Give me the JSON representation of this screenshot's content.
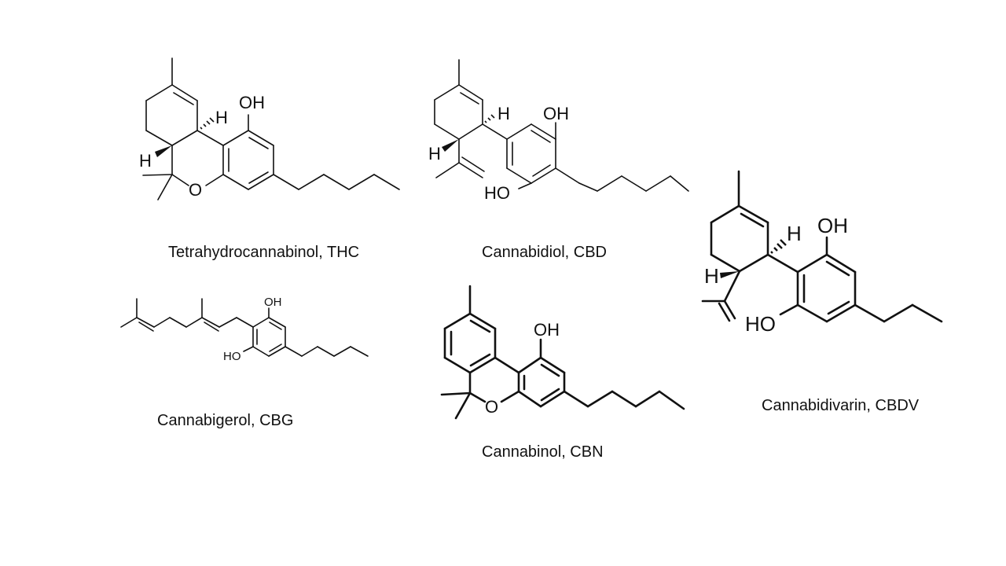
{
  "molecules": {
    "thc": {
      "name": "Tetrahydrocannabinol, THC",
      "labels": {
        "oh": "OH",
        "o": "O",
        "h1": "H",
        "h2": "H"
      }
    },
    "cbd": {
      "name": "Cannabidiol, CBD",
      "labels": {
        "oh_top": "OH",
        "ho_bottom": "HO",
        "h1": "H",
        "h2": "H"
      }
    },
    "cbdv": {
      "name": "Cannabidivarin, CBDV",
      "labels": {
        "oh_top": "OH",
        "ho_bottom": "HO",
        "h1": "H",
        "h2": "H"
      }
    },
    "cbg": {
      "name": "Cannabigerol, CBG",
      "labels": {
        "oh_top": "OH",
        "ho_bottom": "HO"
      }
    },
    "cbn": {
      "name": "Cannabinol, CBN",
      "labels": {
        "oh": "OH",
        "o": "O"
      }
    }
  }
}
